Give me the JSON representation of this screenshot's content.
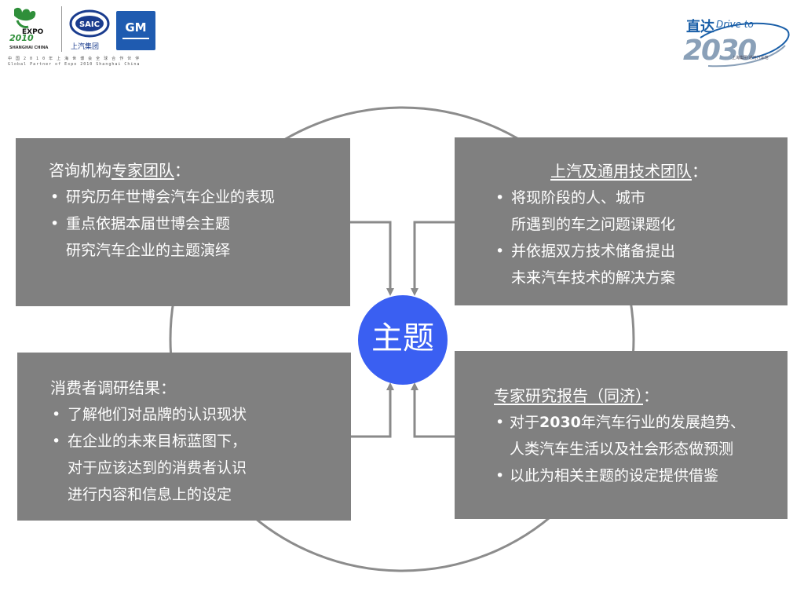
{
  "header": {
    "expo": {
      "wordmark": "EXPO",
      "year_mark": "2010",
      "city": "SHANGHAI CHINA"
    },
    "saic": {
      "wordmark": "SAIC",
      "label": "上汽集团"
    },
    "gm": {
      "wordmark": "GM"
    },
    "tagline_cn": "中 国 2 0 1 0 年 上 海 世 博 会 全 球 合 作 伙 伴",
    "tagline_en": "Global Partner of Expo 2010 Shanghai China",
    "drive": {
      "cn": "直达",
      "en": "Drive to",
      "year": "2030",
      "sub": "上海集团·通用汽车馆"
    }
  },
  "center": {
    "label": "主题"
  },
  "panels": {
    "top_left": {
      "title_plain": "咨询机构",
      "title_underlined": "专家团队",
      "title_suffix": "：",
      "bullets": [
        "研究历年世博会汽车企业的表现",
        "重点依据本届世博会主题"
      ],
      "continuation": "研究汽车企业的主题演绎"
    },
    "top_right": {
      "title_underlined": "上汽及通用技术团队",
      "title_suffix": "：",
      "bullet1": "将现阶段的人、城市",
      "bullet1_cont": "所遇到的车之问题课题化",
      "bullet2": "并依据双方技术储备提出",
      "bullet2_cont": "未来汽车技术的解决方案"
    },
    "bottom_left": {
      "title": "消费者调研结果：",
      "bullet1": "了解他们对品牌的认识现状",
      "bullet2": "在企业的未来目标蓝图下，",
      "bullet2_cont1": "对于应该达到的消费者认识",
      "bullet2_cont2": "进行内容和信息上的设定"
    },
    "bottom_right": {
      "title_underlined": "专家研究报告（同济）",
      "title_suffix": "：",
      "bullet1_pre": "对于",
      "bullet1_bold": "2030",
      "bullet1_post": "年汽车行业的发展趋势、",
      "bullet1_cont": "人类汽车生活以及社会形态做预测",
      "bullet2": "以此为相关主题的设定提供借鉴"
    }
  },
  "colors": {
    "panel": "#808080",
    "center": "#3a5ff2",
    "ring": "#8c8c8c",
    "arrow": "#8a8a8a",
    "text": "#ffffff"
  }
}
